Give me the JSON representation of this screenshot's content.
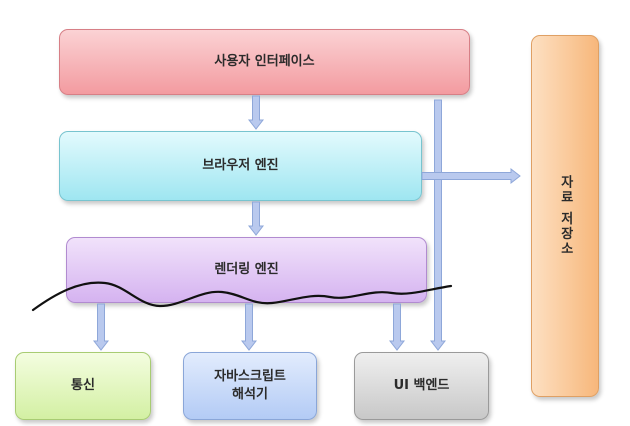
{
  "boxes": {
    "ui": "사용자 인터페이스",
    "browser": "브라우저 엔진",
    "render": "렌더링 엔진",
    "net": "통신",
    "js": "자바스크립트\n해석기",
    "backend": "UI 백엔드",
    "storage": "자료 저장소"
  },
  "colors": {
    "arrow": "#b9c9ee",
    "arrow_stroke": "#8ea7d9",
    "scribble": "#111111"
  }
}
